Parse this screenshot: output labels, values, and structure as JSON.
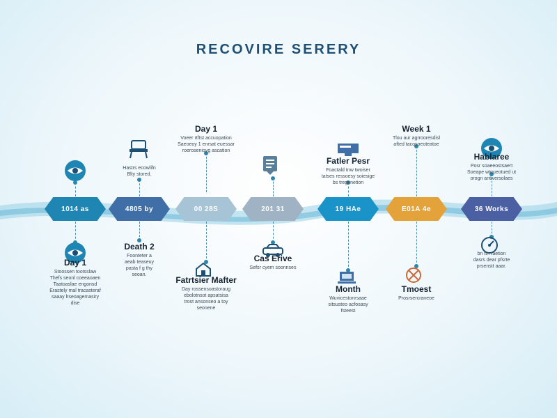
{
  "title": "RECOVIRE SERERY",
  "colors": {
    "stage1": "#1f86b3",
    "stage2": "#3f6fa6",
    "stage3": "#a7c4d6",
    "stage4": "#9fb3c4",
    "stage5": "#1a93c8",
    "stage6": "#e3a33a",
    "stage7": "#4b5fa3",
    "wave": "#7cc3df"
  },
  "stages": [
    {
      "label": "1014 as"
    },
    {
      "label": "4805 by"
    },
    {
      "label": "00 28S"
    },
    {
      "label": "201 31"
    },
    {
      "label": "19 HAe"
    },
    {
      "label": "E01A 4e"
    },
    {
      "label": "36 Works"
    }
  ],
  "top_notes": [
    {
      "icon": "eye-icon",
      "heading": "",
      "text": ""
    },
    {
      "icon": "chair-icon",
      "heading": "",
      "text": "Hastrs ecowlifn\nBlty stored."
    },
    {
      "icon": "",
      "heading": "Day 1",
      "text": "Voeer rtftst accuopation\nSaeoeoy 1 enrsat euessar\nroerosenioyg ascation"
    },
    {
      "icon": "document-icon",
      "heading": "",
      "text": ""
    },
    {
      "icon": "monitor-icon",
      "heading": "Fatler Pesr",
      "text": "Foactald tnw twoiser\ntatses ressoesy soiesige\nbs tregenetion"
    },
    {
      "icon": "",
      "heading": "Week 1",
      "text": "Tlou aur agrrooresdisl\nafted tacosoeoteatoe"
    },
    {
      "icon": "eye-icon",
      "heading": "Hablaree",
      "text": "Posr soaeeostsaert\nSoeape wtqueotued ut\norogn antiversolaes"
    }
  ],
  "bottom_notes": [
    {
      "icon": "eye-icon",
      "heading": "Day 1",
      "text": "Stoossen tootsslaw\nThefs seonl coeeaoaen\nTaatoaslae engonsd\nErastely mal tracasteraf\nsaaay lrseoagemasiry\ndise"
    },
    {
      "icon": "",
      "heading": "Death 2",
      "text": "Foonteter a\naeab teaseuy\npasta f g thy\nseoan."
    },
    {
      "icon": "house-icon",
      "heading": "Fatrtsier Mafter",
      "text": "Day rossensoastoraug\nebolotnsot apsatsisa\ntrost ansonseo a toy\nseonene"
    },
    {
      "icon": "car-icon",
      "heading": "Cas Erive",
      "text": "Sefsr cyem soonnses"
    },
    {
      "icon": "laptop-icon",
      "heading": "Month",
      "text": "Wuvicestonrsaae\nsitsusteo acfosasy\nfsteest"
    },
    {
      "icon": "cross-circle-icon",
      "heading": "Tmoest",
      "text": "Prosrsercraneoe"
    },
    {
      "icon": "gauge-icon",
      "heading": "",
      "text": "bn ttn raetion\ndasrs dear pfsrte\nprsenstt aaar."
    }
  ]
}
